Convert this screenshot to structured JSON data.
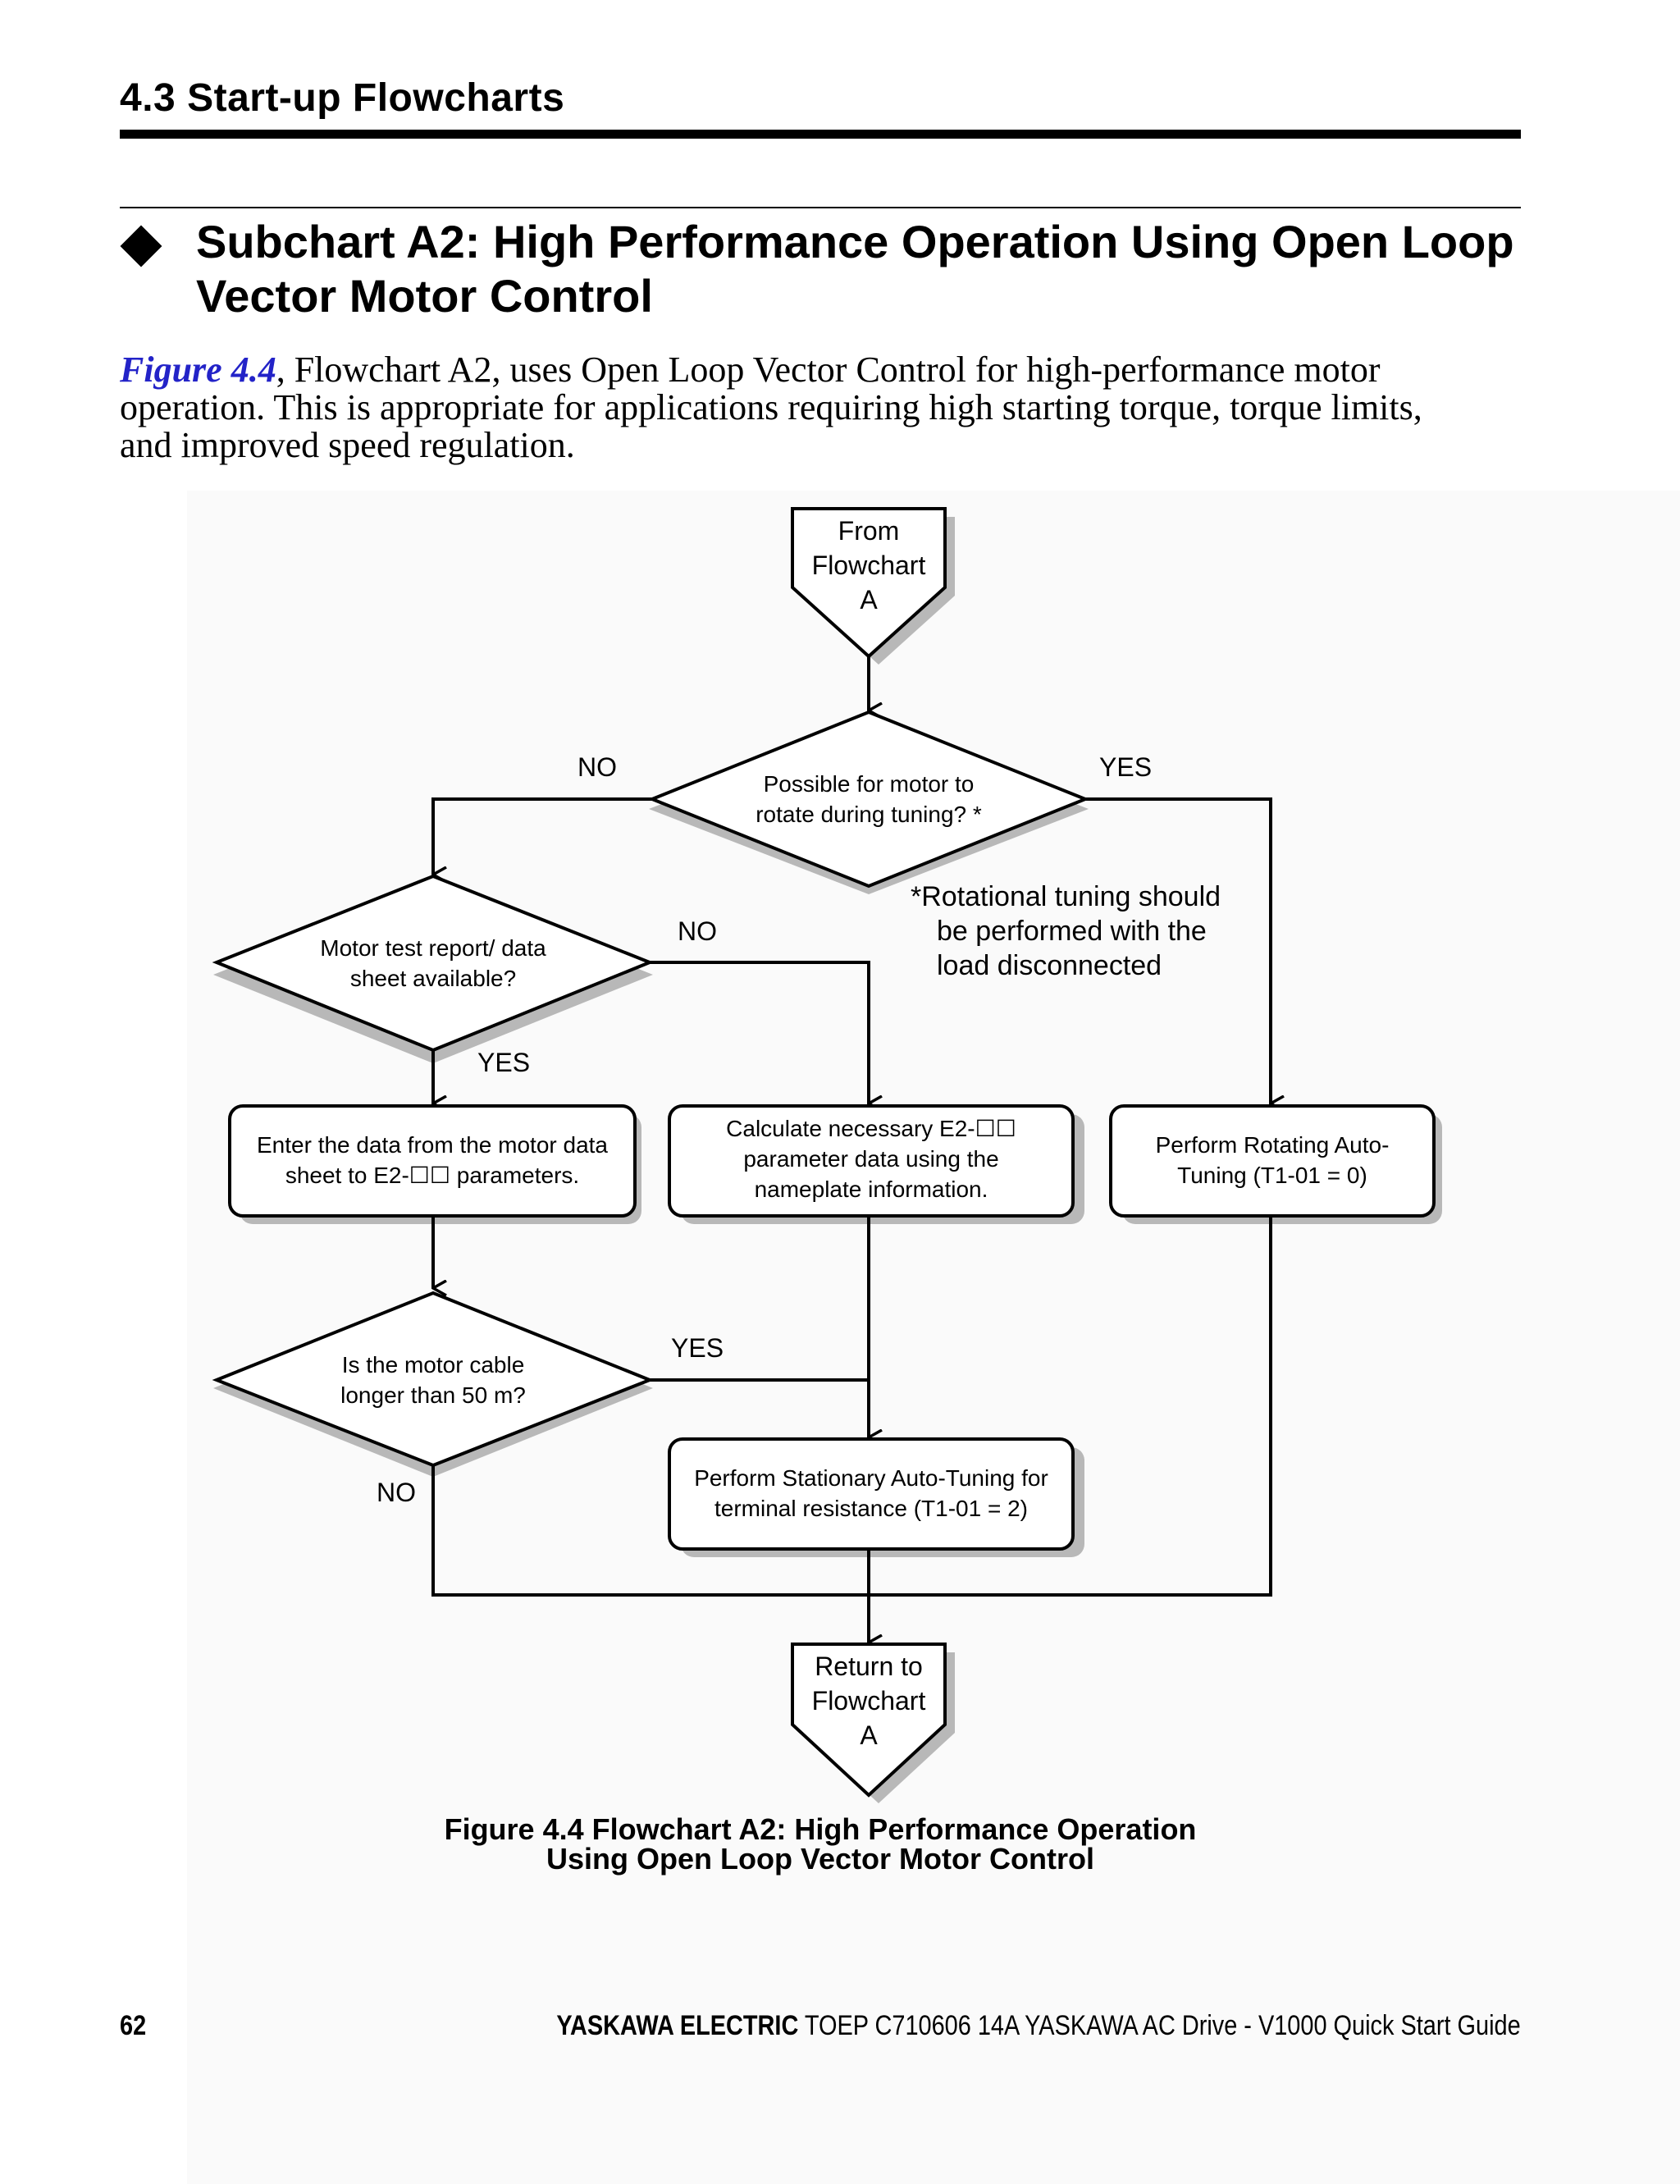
{
  "header": {
    "section_title": "4.3  Start-up Flowcharts"
  },
  "subheading": {
    "line1": "Subchart A2: High Performance Operation Using Open Loop",
    "line2": "Vector Motor Control"
  },
  "intro": {
    "figure_ref": "Figure 4.4",
    "line1": ", Flowchart A2, uses Open Loop Vector Control for high-performance motor",
    "line2": "operation. This is appropriate for applications requiring high starting torque, torque limits,",
    "line3": "and improved speed regulation."
  },
  "flowchart": {
    "start": [
      "From",
      "Flowchart",
      "A"
    ],
    "decision_rotate": [
      "Possible for motor to",
      "rotate during tuning? *"
    ],
    "decision_report": [
      "Motor test report/ data",
      "sheet available?"
    ],
    "decision_cable": [
      "Is the motor cable",
      "longer than 50 m?"
    ],
    "box_enter": [
      "Enter the data from the motor data",
      "sheet to E2-☐☐ parameters."
    ],
    "box_calculate": [
      "Calculate necessary E2-☐☐",
      "parameter data  using the",
      "nameplate information."
    ],
    "box_rotating": [
      "Perform Rotating Auto-",
      "Tuning  (T1-01 = 0)"
    ],
    "box_stationary": [
      "Perform Stationary Auto-Tuning for",
      "terminal resistance (T1-01 = 2)"
    ],
    "note": [
      "*Rotational tuning should",
      "be performed with the",
      "load disconnected"
    ],
    "end": [
      "Return to",
      "Flowchart",
      "A"
    ],
    "labels": {
      "rotate_no": "NO",
      "rotate_yes": "YES",
      "report_no": "NO",
      "report_yes": "YES",
      "cable_yes": "YES",
      "cable_no": "NO"
    }
  },
  "caption": {
    "line1": "Figure 4.4  Flowchart A2: High Performance Operation",
    "line2": "Using Open Loop Vector Motor Control"
  },
  "footer": {
    "page_number": "62",
    "publisher": "YASKAWA ELECTRIC",
    "doc_title": " TOEP C710606 14A YASKAWA AC Drive - V1000 Quick Start Guide"
  }
}
